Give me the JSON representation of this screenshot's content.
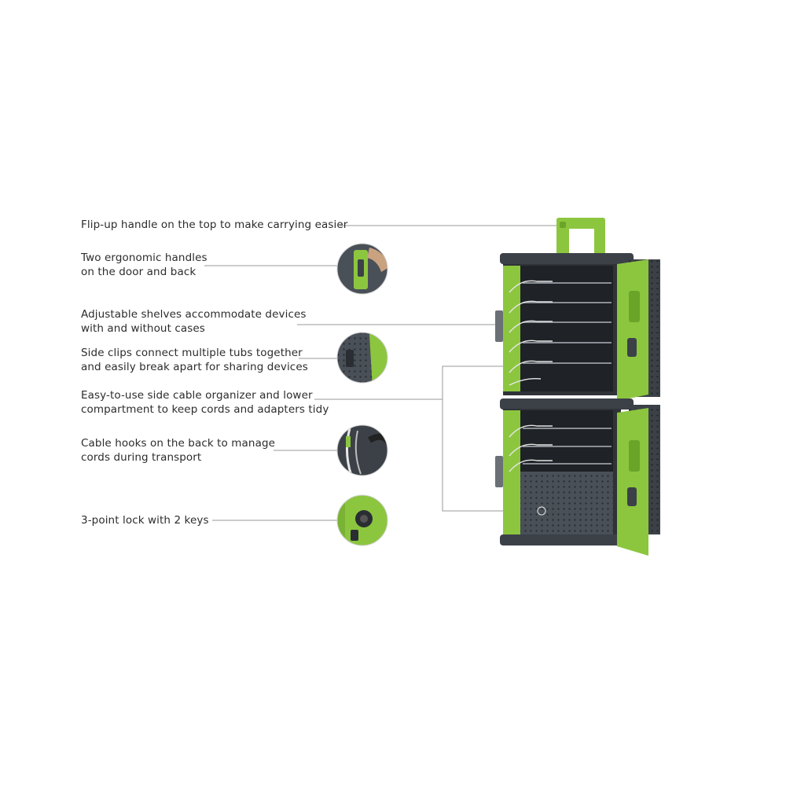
{
  "features": [
    {
      "id": "flip-handle",
      "lines": [
        "Flip-up handle on the top to make carrying easier"
      ]
    },
    {
      "id": "ergonomic-handles",
      "lines": [
        "Two ergonomic handles",
        "on the door and back"
      ]
    },
    {
      "id": "adjustable-shelves",
      "lines": [
        "Adjustable shelves accommodate devices",
        "with and without cases"
      ]
    },
    {
      "id": "side-clips",
      "lines": [
        "Side clips connect multiple tubs together",
        "and easily break apart for sharing devices"
      ]
    },
    {
      "id": "cable-organizer",
      "lines": [
        "Easy-to-use side cable organizer and lower",
        "compartment to keep cords and adapters tidy"
      ]
    },
    {
      "id": "cable-hooks",
      "lines": [
        "Cable hooks on the back to manage",
        "cords during transport"
      ]
    },
    {
      "id": "lock",
      "lines": [
        "3-point lock with 2 keys"
      ]
    }
  ],
  "colors": {
    "accent_green": "#8cc63f",
    "body_dark": "#3c4148",
    "text": "#2c2c2c",
    "leader_line": "#9a9a9a"
  }
}
